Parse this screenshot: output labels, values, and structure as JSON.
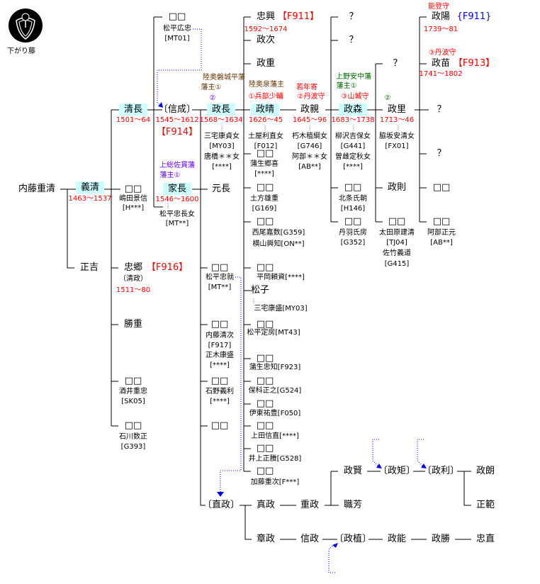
{
  "crest": {
    "label": "下がり藤"
  },
  "p": {
    "shigekiyo": {
      "name": "内藤重清"
    },
    "yoshikiyo": {
      "name": "義清",
      "dates": "1463～1537"
    },
    "masayoshi": {
      "name": "正吉"
    },
    "kiyonaga": {
      "name": "清長",
      "dates": "1501～64"
    },
    "sq1": {
      "name": "□□",
      "note": "嶋田景信",
      "code": "[H***]"
    },
    "tadasato": {
      "name": "忠郷",
      "ref": "【F916】",
      "alias": "（清政）",
      "dates": "1511～80"
    },
    "katsushige": {
      "name": "勝重"
    },
    "sq2": {
      "name": "□□",
      "note": "酒井重忠",
      "code": "[SK05]"
    },
    "sq3": {
      "name": "□□",
      "note": "石川数正",
      "code": "[G393]"
    },
    "sq4": {
      "name": "□□",
      "note": "松平広忠",
      "code": "[MT01]"
    },
    "nobunari": {
      "name": "〔信成〕",
      "dates": "1545～1612",
      "ref": "【F914】"
    },
    "ienaga": {
      "name": "家長",
      "title1": "上総佐貫藩",
      "title2": "藩主①",
      "dates": "1546～1600",
      "spouse": "松平忠長女",
      "code": "[MT**]"
    },
    "masanaga": {
      "name": "政長",
      "title1": "陸奥磐城平藩",
      "title2": "藩主①",
      "order": "②",
      "dates": "1568～1634",
      "spouse1": "三宅康貞女",
      "code1": "[MY03]",
      "spouse2": "唐橋＊＊女",
      "code2": "[****]"
    },
    "motonaga": {
      "name": "元長"
    },
    "sq5": {
      "name": "□□",
      "note": "松平忠就",
      "code": "[MT**]"
    },
    "sq6": {
      "name": "□□",
      "note": "内藤清次",
      "code": "[F917]",
      "note2": "正木康盛",
      "code2": "[****]"
    },
    "sq7": {
      "name": "□□",
      "note": "石野義利",
      "code": "[****]"
    },
    "sq8": {
      "name": "□□"
    },
    "naomasa": {
      "name": "〔直政〕"
    },
    "tadaoki": {
      "name": "忠興",
      "ref": "【F911】",
      "dates": "1592～1674"
    },
    "masatsugu": {
      "name": "政次"
    },
    "masashige": {
      "name": "政重"
    },
    "masaharu": {
      "name": "政晴",
      "title1": "陸奥泉藩主",
      "title2": "①兵部少輔",
      "dates": "1626～45",
      "spouse": "土屋利直女",
      "code": "[F012]"
    },
    "d1": {
      "name": "□□",
      "note": "蒲生郷喜",
      "code": "[****]"
    },
    "d2": {
      "name": "□□",
      "note": "土方雄重",
      "code": "[G169]"
    },
    "d3": {
      "name": "□□",
      "note": "西尾嘉数[G359]",
      "note2": "横山興知[ON**]"
    },
    "d4": {
      "name": "□□",
      "note": "平岡頼資[****]"
    },
    "matsuko": {
      "name": "松子",
      "note": "三宅康盛[MY03]"
    },
    "d5": {
      "name": "□□",
      "note": "松平定房[MT43]"
    },
    "d6": {
      "name": "□□",
      "note": "蒲生忠知[F923]"
    },
    "d7": {
      "name": "□□",
      "note": "保科正之[G524]"
    },
    "d8": {
      "name": "□□",
      "note": "伊東祐豊[F050]"
    },
    "d9": {
      "name": "□□",
      "note": "上田信直[****]"
    },
    "d10": {
      "name": "□□",
      "note": "井上正賸[G528]"
    },
    "d11": {
      "name": "□□",
      "note": "加藤重次[F***]"
    },
    "masachika": {
      "name": "政親",
      "title1": "若年寄",
      "title2": "②丹波守",
      "dates": "1645～96",
      "spouse1": "朽木稙綱女",
      "code1": "[G746]",
      "spouse2": "阿部＊＊女",
      "code2": "[AB**]"
    },
    "q1": {
      "name": "？"
    },
    "q2": {
      "name": "？"
    },
    "masamori": {
      "name": "政森",
      "title1": "上野安中藩",
      "title2": "藩主①",
      "title3": "③山城守",
      "dates": "1683～1738",
      "spouse1": "柳沢吉保女",
      "code1": "[G441]",
      "spouse2": "曽雌定秋女",
      "code2": "[****]"
    },
    "e1": {
      "name": "□□",
      "note": "北条氏朝",
      "code": "[H146]"
    },
    "e2": {
      "name": "□□",
      "note": "丹羽氏房",
      "code": "[G352]"
    },
    "q3": {
      "name": "？"
    },
    "masasato": {
      "name": "政里",
      "order": "②",
      "dates": "1713～46",
      "spouse": "脇坂安清女",
      "code": "[FX01]"
    },
    "masanori": {
      "name": "政則"
    },
    "f1": {
      "name": "□□",
      "note": "太田原建清",
      "code": "[TJ04]",
      "note2": "佐竹義道",
      "code2": "[G415]"
    },
    "masaakira": {
      "name": "政陽",
      "title": "能登守",
      "ref": "{F911}",
      "dates": "1739～81"
    },
    "masamitsu": {
      "name": "政苗",
      "title": "③丹波守",
      "ref": "【F913】",
      "dates": "1741～1802"
    },
    "q4": {
      "name": "？"
    },
    "q5": {
      "name": "？"
    },
    "g1": {
      "name": "□□"
    },
    "g2": {
      "name": "□□",
      "note": "阿部正元",
      "code": "[AB**]"
    },
    "sanemasa": {
      "name": "真政"
    },
    "shigemasa": {
      "name": "重政"
    },
    "masakata": {
      "name": "政賢"
    },
    "motoyoshi": {
      "name": "職芳"
    },
    "masanori2": {
      "name": "〔政矩〕"
    },
    "masatoshi": {
      "name": "〔政利〕"
    },
    "masaaki": {
      "name": "政朗"
    },
    "masanori3": {
      "name": "正範"
    },
    "akimasa": {
      "name": "章政"
    },
    "nobumasa": {
      "name": "信政"
    },
    "masaki": {
      "name": "〔政植〕"
    },
    "masayoshi2": {
      "name": "政能"
    },
    "masakatsu": {
      "name": "政勝"
    },
    "tadanao": {
      "name": "忠直"
    }
  }
}
